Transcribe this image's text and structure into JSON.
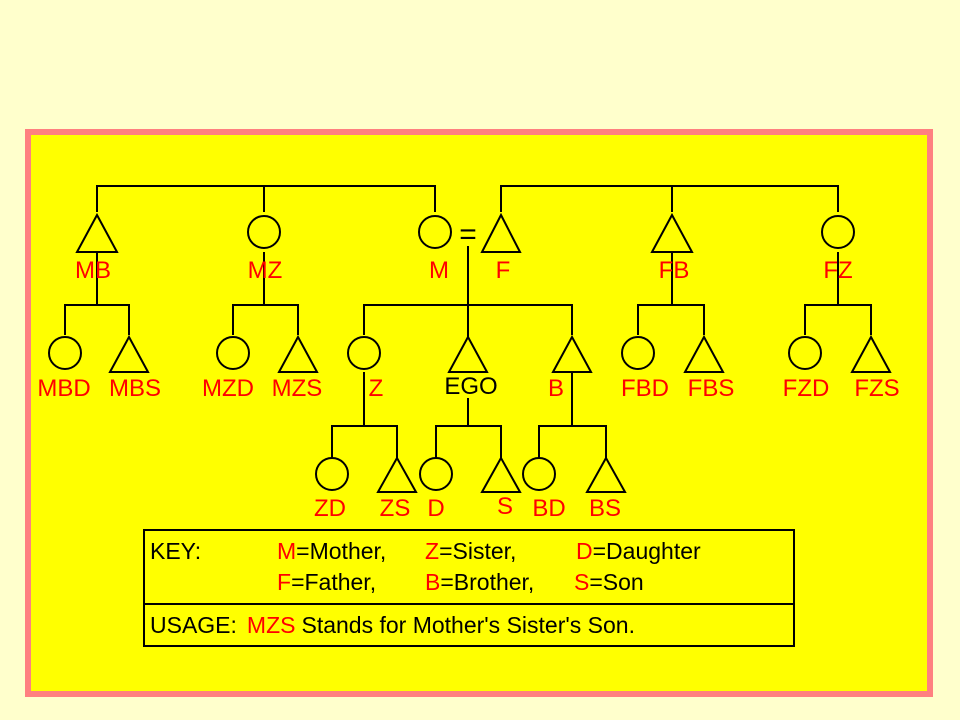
{
  "diagram": {
    "nodes": [
      {
        "id": "MB",
        "label": "MB",
        "shape": "triangle"
      },
      {
        "id": "MZ",
        "label": "MZ",
        "shape": "circle"
      },
      {
        "id": "M",
        "label": "M",
        "shape": "circle"
      },
      {
        "id": "F",
        "label": "F",
        "shape": "triangle"
      },
      {
        "id": "FB",
        "label": "FB",
        "shape": "triangle"
      },
      {
        "id": "FZ",
        "label": "FZ",
        "shape": "circle"
      },
      {
        "id": "MBD",
        "label": "MBD",
        "shape": "circle"
      },
      {
        "id": "MBS",
        "label": "MBS",
        "shape": "triangle"
      },
      {
        "id": "MZD",
        "label": "MZD",
        "shape": "circle"
      },
      {
        "id": "MZS",
        "label": "MZS",
        "shape": "triangle"
      },
      {
        "id": "Z",
        "label": "Z",
        "shape": "circle"
      },
      {
        "id": "EGO",
        "label": "EGO",
        "shape": "triangle"
      },
      {
        "id": "B",
        "label": "B",
        "shape": "triangle"
      },
      {
        "id": "FBD",
        "label": "FBD",
        "shape": "circle"
      },
      {
        "id": "FBS",
        "label": "FBS",
        "shape": "triangle"
      },
      {
        "id": "FZD",
        "label": "FZD",
        "shape": "circle"
      },
      {
        "id": "FZS",
        "label": "FZS",
        "shape": "triangle"
      },
      {
        "id": "ZD",
        "label": "ZD",
        "shape": "circle"
      },
      {
        "id": "ZS",
        "label": "ZS",
        "shape": "triangle"
      },
      {
        "id": "D",
        "label": "D",
        "shape": "circle"
      },
      {
        "id": "S",
        "label": "S",
        "shape": "triangle"
      },
      {
        "id": "BD",
        "label": "BD",
        "shape": "circle"
      },
      {
        "id": "BS",
        "label": "BS",
        "shape": "triangle"
      }
    ],
    "marriage_symbol": "=",
    "ego_label": "EGO"
  },
  "key": {
    "title": "KEY:",
    "row1": [
      {
        "code": "M",
        "text": "=Mother,"
      },
      {
        "code": "Z",
        "text": "=Sister,"
      },
      {
        "code": "D",
        "text": "=Daughter"
      }
    ],
    "row2": [
      {
        "code": "F",
        "text": "=Father,"
      },
      {
        "code": "B",
        "text": "=Brother,"
      },
      {
        "code": "S",
        "text": "=Son"
      }
    ],
    "usage_title": "USAGE:",
    "usage_code": "MZS",
    "usage_text": "Stands for Mother's Sister's Son."
  },
  "colors": {
    "page_background": "#ffffcc",
    "panel_background": "#ffff00",
    "panel_border": "#ff8080",
    "label": "#ff0000",
    "lines": "#000000"
  }
}
